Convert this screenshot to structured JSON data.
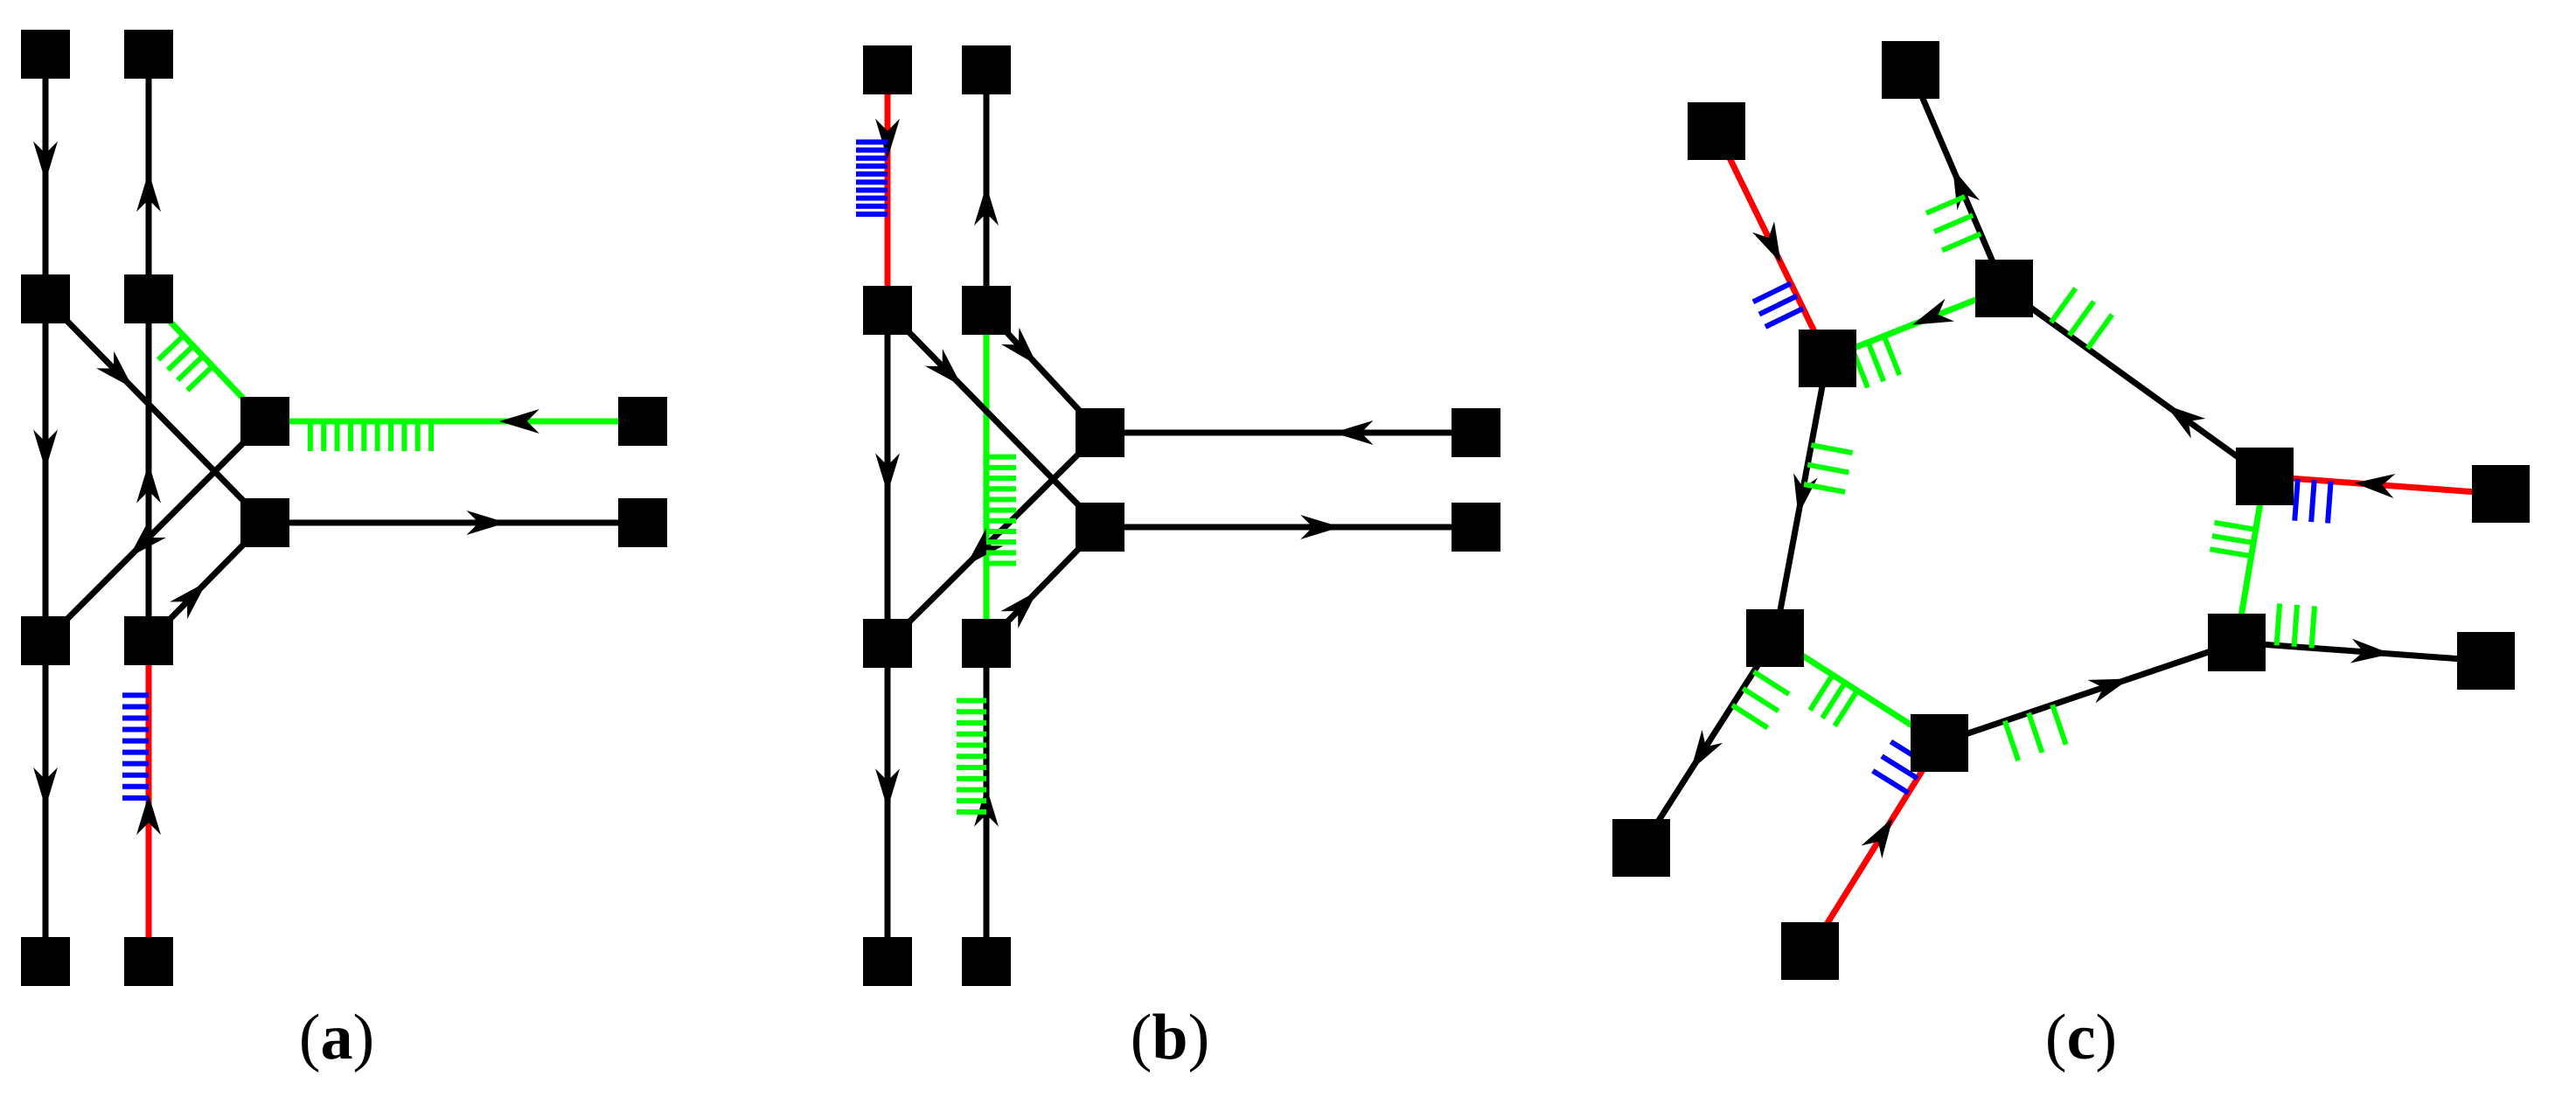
{
  "colors": {
    "edge": "#000000",
    "green": "#00ff00",
    "red": "#ff0000",
    "blue": "#0000ff",
    "node": "#000000"
  },
  "panels": [
    {
      "id": "a",
      "open": "(",
      "letter": "a",
      "close": ")"
    },
    {
      "id": "b",
      "open": "(",
      "letter": "b",
      "close": ")"
    },
    {
      "id": "c",
      "open": "(",
      "letter": "c",
      "close": ")"
    }
  ]
}
